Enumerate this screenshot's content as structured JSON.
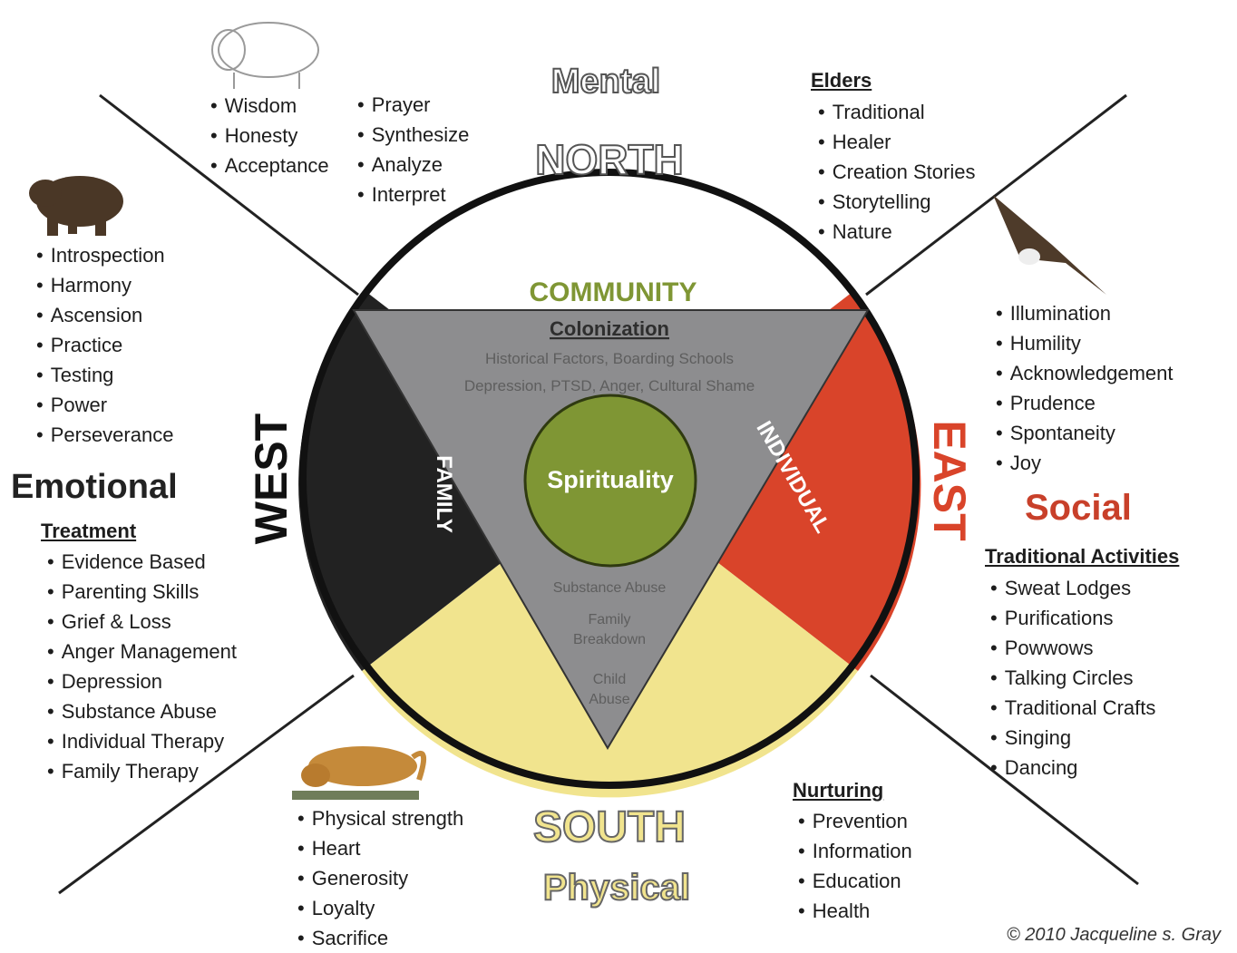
{
  "directions": {
    "north": "NORTH",
    "south": "SOUTH",
    "east": "EAST",
    "west": "WEST"
  },
  "aspects": {
    "mental": "Mental",
    "physical": "Physical",
    "social": "Social",
    "emotional": "Emotional"
  },
  "center": {
    "spirituality": "Spirituality",
    "community": "COMMUNITY",
    "family": "FAMILY",
    "individual": "INDIVIDUAL",
    "colonization": "Colonization",
    "colonization_line1": "Historical Factors, Boarding Schools",
    "colonization_line2": "Depression, PTSD, Anger, Cultural Shame",
    "substance": "Substance Abuse",
    "family_breakdown_1": "Family",
    "family_breakdown_2": "Breakdown",
    "child_abuse_1": "Child",
    "child_abuse_2": "Abuse"
  },
  "north_left": [
    "Wisdom",
    "Honesty",
    "Acceptance"
  ],
  "north_right": [
    "Prayer",
    "Synthesize",
    "Analyze",
    "Interpret"
  ],
  "elders": {
    "heading": "Elders",
    "items": [
      "Traditional",
      "Healer",
      "Creation Stories",
      "Storytelling",
      "Nature"
    ]
  },
  "east_traits": [
    "Illumination",
    "Humility",
    "Acknowledgement",
    "Prudence",
    "Spontaneity",
    "Joy"
  ],
  "traditional": {
    "heading": "Traditional Activities",
    "items": [
      "Sweat Lodges",
      "Purifications",
      "Powwows",
      "Talking Circles",
      "Traditional Crafts",
      "Singing",
      "Dancing"
    ]
  },
  "west_traits": [
    "Introspection",
    "Harmony",
    "Ascension",
    "Practice",
    "Testing",
    "Power",
    "Perseverance"
  ],
  "treatment": {
    "heading": "Treatment",
    "items": [
      "Evidence Based",
      "Parenting Skills",
      "Grief & Loss",
      "Anger Management",
      "Depression",
      "Substance Abuse",
      "Individual Therapy",
      "Family Therapy"
    ]
  },
  "south_traits": [
    "Physical strength",
    "Heart",
    "Generosity",
    "Loyalty",
    "Sacrifice"
  ],
  "nurturing": {
    "heading": "Nurturing",
    "items": [
      "Prevention",
      "Information",
      "Education",
      "Health"
    ]
  },
  "credit": "© 2010 Jacqueline s. Gray",
  "colors": {
    "north": "#ffffff",
    "east": "#d9442a",
    "south": "#f1e48e",
    "west": "#222222",
    "triangle": "#8d8d8f",
    "spirit": "#7f9634",
    "community": "#7f9634"
  },
  "animals": {
    "north": "buffalo-icon",
    "east": "eagle-icon",
    "south": "cougar-icon",
    "west": "bear-icon"
  }
}
